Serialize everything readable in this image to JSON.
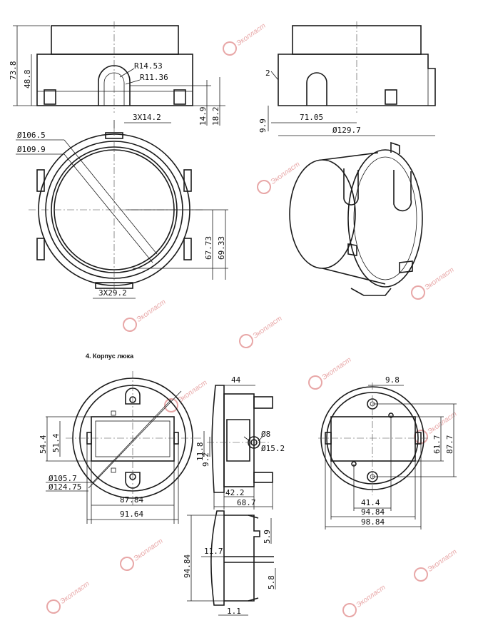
{
  "section_title": "4. Корпус люка",
  "watermark": {
    "text": "Экопласт",
    "color": "#e8a7a7"
  },
  "dimensions": {
    "top_front": {
      "h_total": "73.8",
      "h_body": "48.8",
      "r1": "R14.53",
      "r2": "R11.36",
      "d1": "14.9",
      "d2": "18.2"
    },
    "top_side": {
      "tiny": "2",
      "h": "9.9",
      "w1": "71.05",
      "dia": "Ø129.7"
    },
    "top_ring": {
      "slot_top": "3X14.2",
      "dia_in": "Ø106.5",
      "dia_out": "Ø109.9",
      "h1": "67.73",
      "h2": "69.33",
      "slot_bot": "3X29.2"
    },
    "bot_left": {
      "h1": "54.4",
      "h2": "51.4",
      "dia1": "Ø105.7",
      "dia2": "Ø124.75",
      "w1": "87.84",
      "w2": "91.64"
    },
    "bot_mid": {
      "w_top": "44",
      "dia_small": "Ø8",
      "dia_big": "Ø15.2",
      "h1": "11.8",
      "h2": "9.2",
      "w1": "42.2",
      "w2": "68.7"
    },
    "bot_right": {
      "w_top": "9.8",
      "h1": "61.7",
      "h2": "87.7",
      "w1": "41.4",
      "w2": "94.84",
      "w3": "98.84"
    },
    "bot_profile": {
      "h_total": "94.84",
      "offset": "11.7",
      "h_top": "5.9",
      "h_bot": "5.8",
      "w_bottom": "1.1"
    }
  }
}
